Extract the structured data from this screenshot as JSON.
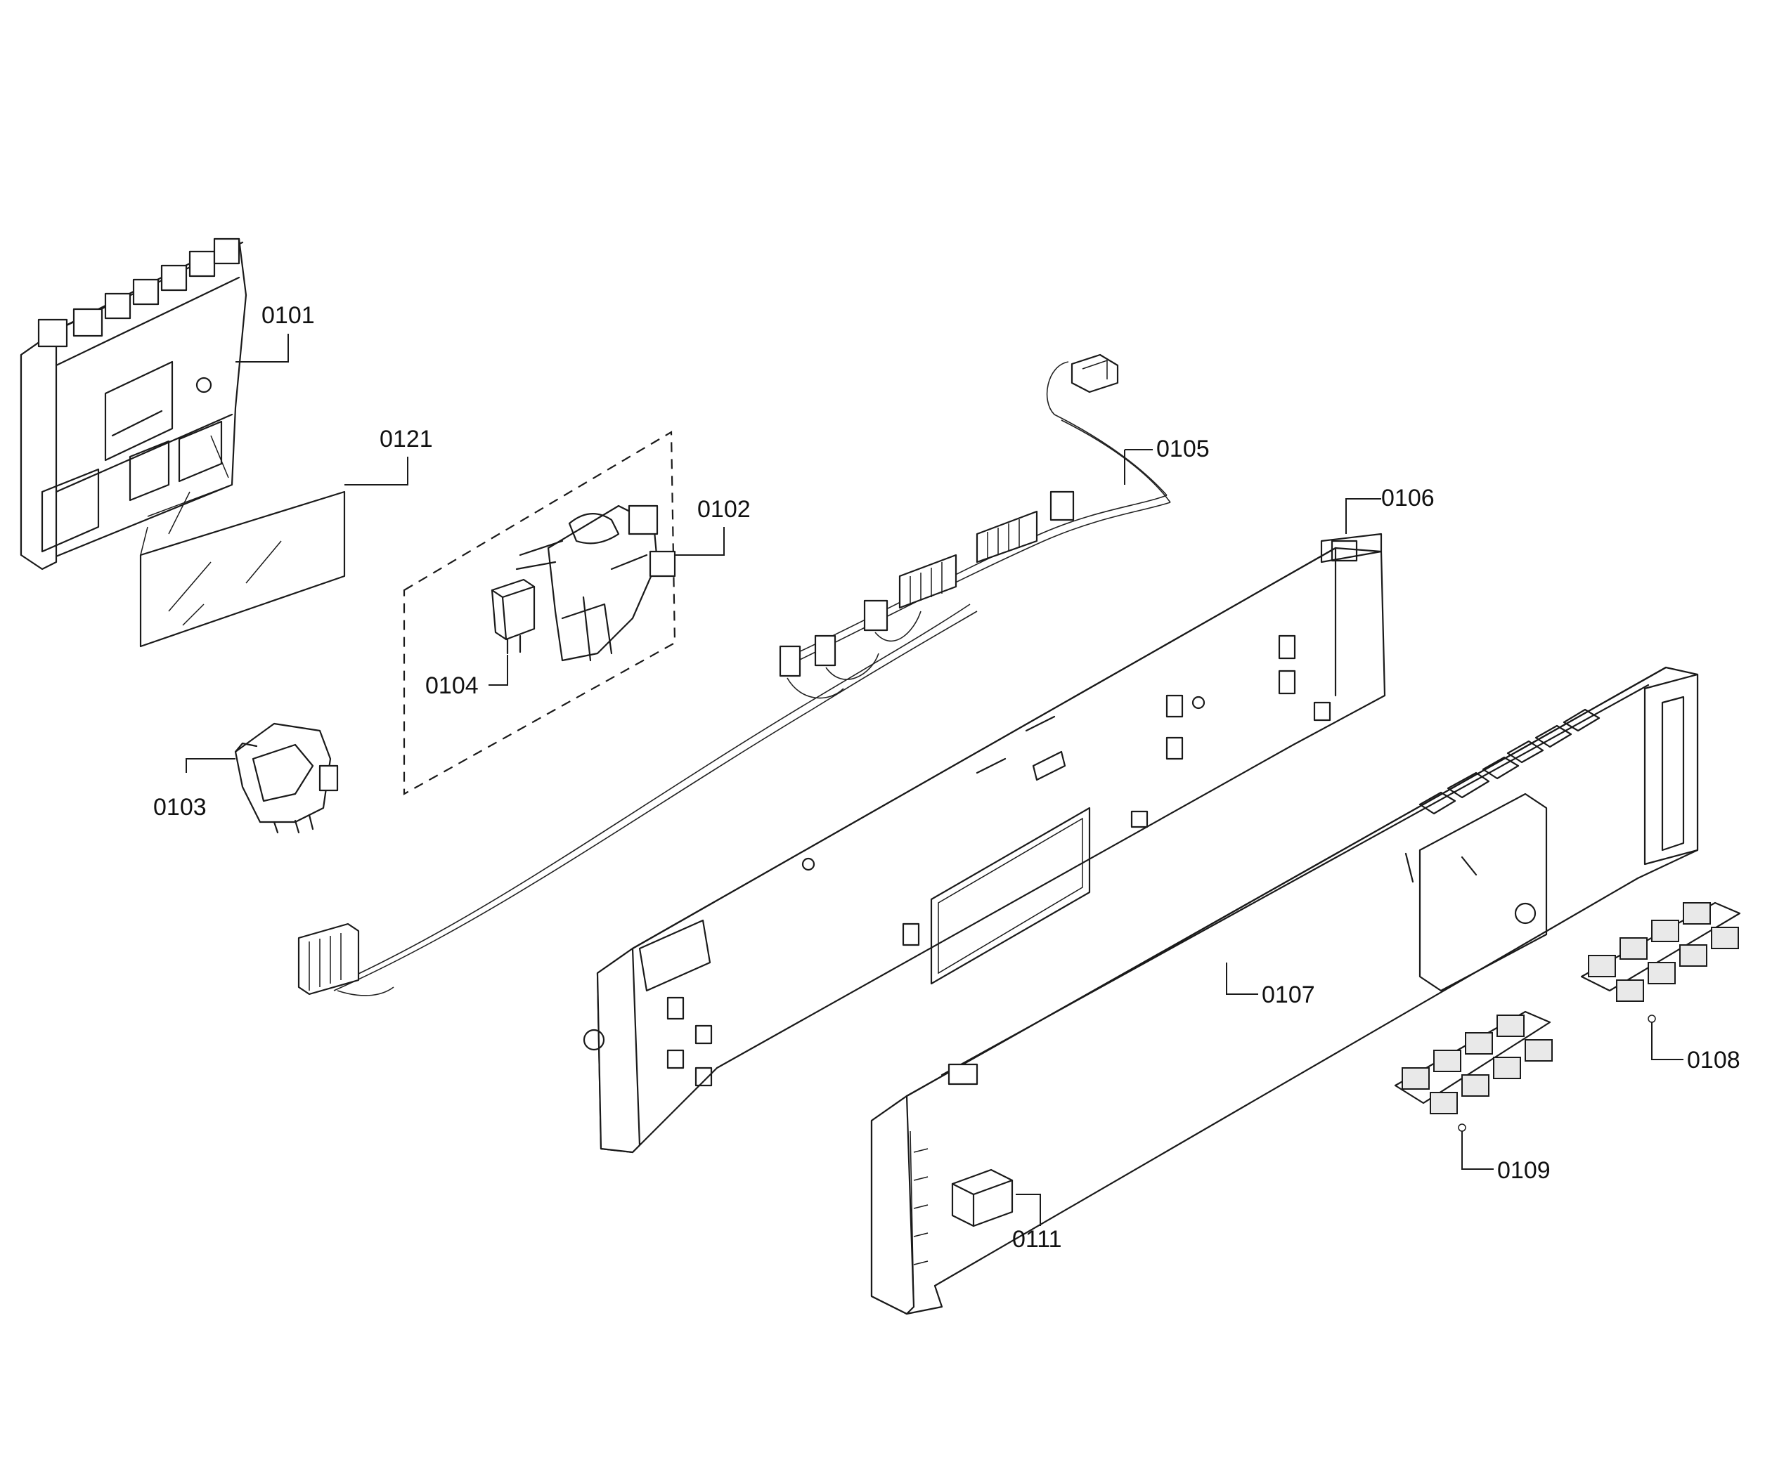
{
  "diagram": {
    "type": "exploded-parts-diagram",
    "callouts": [
      {
        "id": "0101",
        "label": "0101"
      },
      {
        "id": "0121",
        "label": "0121"
      },
      {
        "id": "0102",
        "label": "0102"
      },
      {
        "id": "0104",
        "label": "0104"
      },
      {
        "id": "0103",
        "label": "0103"
      },
      {
        "id": "0105",
        "label": "0105"
      },
      {
        "id": "0106",
        "label": "0106"
      },
      {
        "id": "0107",
        "label": "0107"
      },
      {
        "id": "0108",
        "label": "0108"
      },
      {
        "id": "0109",
        "label": "0109"
      },
      {
        "id": "0111",
        "label": "0111"
      }
    ]
  }
}
